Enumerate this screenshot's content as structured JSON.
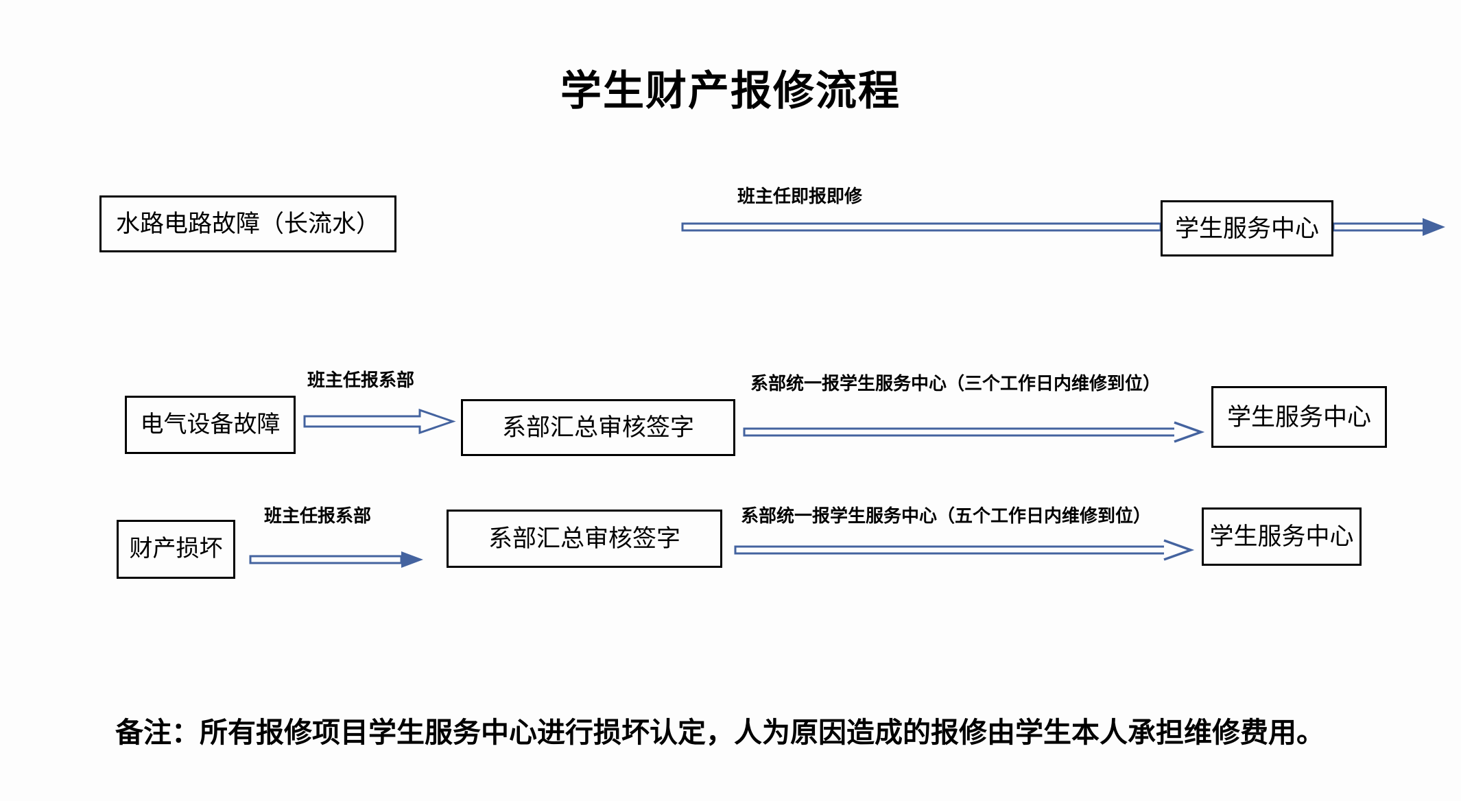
{
  "title": "学生财产报修流程",
  "row1": {
    "source": "水路电路故障（长流水）",
    "arrow_label": "班主任即报即修",
    "target": "学生服务中心"
  },
  "row2": {
    "source": "电气设备故障",
    "arrow1_label": "班主任报系部",
    "middle": "系部汇总审核签字",
    "arrow2_label": "系部统一报学生服务中心（三个工作日内维修到位）",
    "target": "学生服务中心"
  },
  "row3": {
    "source": "财产损坏",
    "arrow1_label": "班主任报系部",
    "middle": "系部汇总审核签字",
    "arrow2_label": "系部统一报学生服务中心（五个工作日内维修到位）",
    "target": "学生服务中心"
  },
  "note": "备注：所有报修项目学生服务中心进行损坏认定，人为原因造成的报修由学生本人承担维修费用。",
  "colors": {
    "arrow_blue": "#44639f",
    "box_border": "#000000",
    "text": "#000000",
    "background": "#fdfdfd"
  }
}
